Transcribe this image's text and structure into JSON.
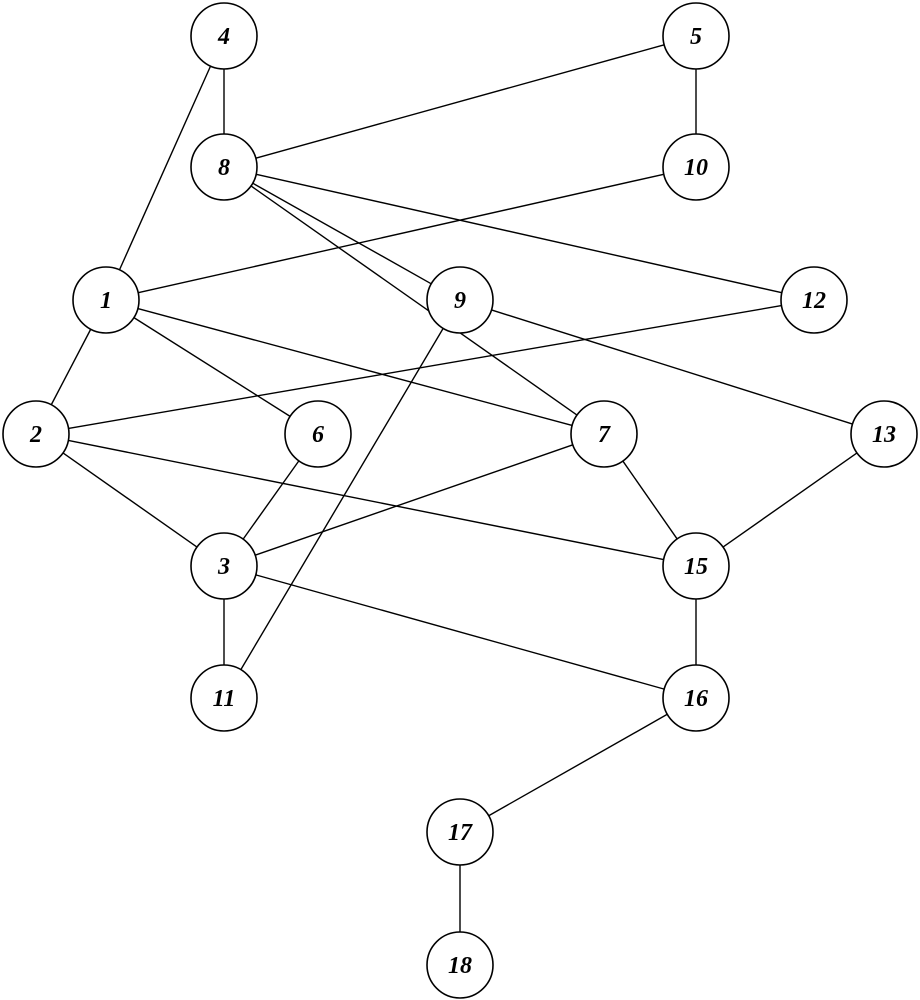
{
  "graph": {
    "nodes": [
      {
        "id": "1",
        "label": "1"
      },
      {
        "id": "2",
        "label": "2"
      },
      {
        "id": "3",
        "label": "3"
      },
      {
        "id": "4",
        "label": "4"
      },
      {
        "id": "5",
        "label": "5"
      },
      {
        "id": "6",
        "label": "6"
      },
      {
        "id": "7",
        "label": "7"
      },
      {
        "id": "8",
        "label": "8"
      },
      {
        "id": "9",
        "label": "9"
      },
      {
        "id": "10",
        "label": "10"
      },
      {
        "id": "11",
        "label": "11"
      },
      {
        "id": "12",
        "label": "12"
      },
      {
        "id": "13",
        "label": "13"
      },
      {
        "id": "15",
        "label": "15"
      },
      {
        "id": "16",
        "label": "16"
      },
      {
        "id": "17",
        "label": "17"
      },
      {
        "id": "18",
        "label": "18"
      }
    ],
    "edges": [
      [
        "4",
        "8"
      ],
      [
        "4",
        "1"
      ],
      [
        "5",
        "10"
      ],
      [
        "5",
        "8"
      ],
      [
        "8",
        "12"
      ],
      [
        "8",
        "9"
      ],
      [
        "8",
        "7"
      ],
      [
        "10",
        "1"
      ],
      [
        "1",
        "2"
      ],
      [
        "1",
        "6"
      ],
      [
        "1",
        "7"
      ],
      [
        "12",
        "2"
      ],
      [
        "9",
        "13"
      ],
      [
        "9",
        "11"
      ],
      [
        "2",
        "3"
      ],
      [
        "2",
        "15"
      ],
      [
        "6",
        "3"
      ],
      [
        "7",
        "3"
      ],
      [
        "7",
        "15"
      ],
      [
        "13",
        "15"
      ],
      [
        "3",
        "11"
      ],
      [
        "3",
        "16"
      ],
      [
        "15",
        "16"
      ],
      [
        "16",
        "17"
      ],
      [
        "17",
        "18"
      ]
    ]
  }
}
